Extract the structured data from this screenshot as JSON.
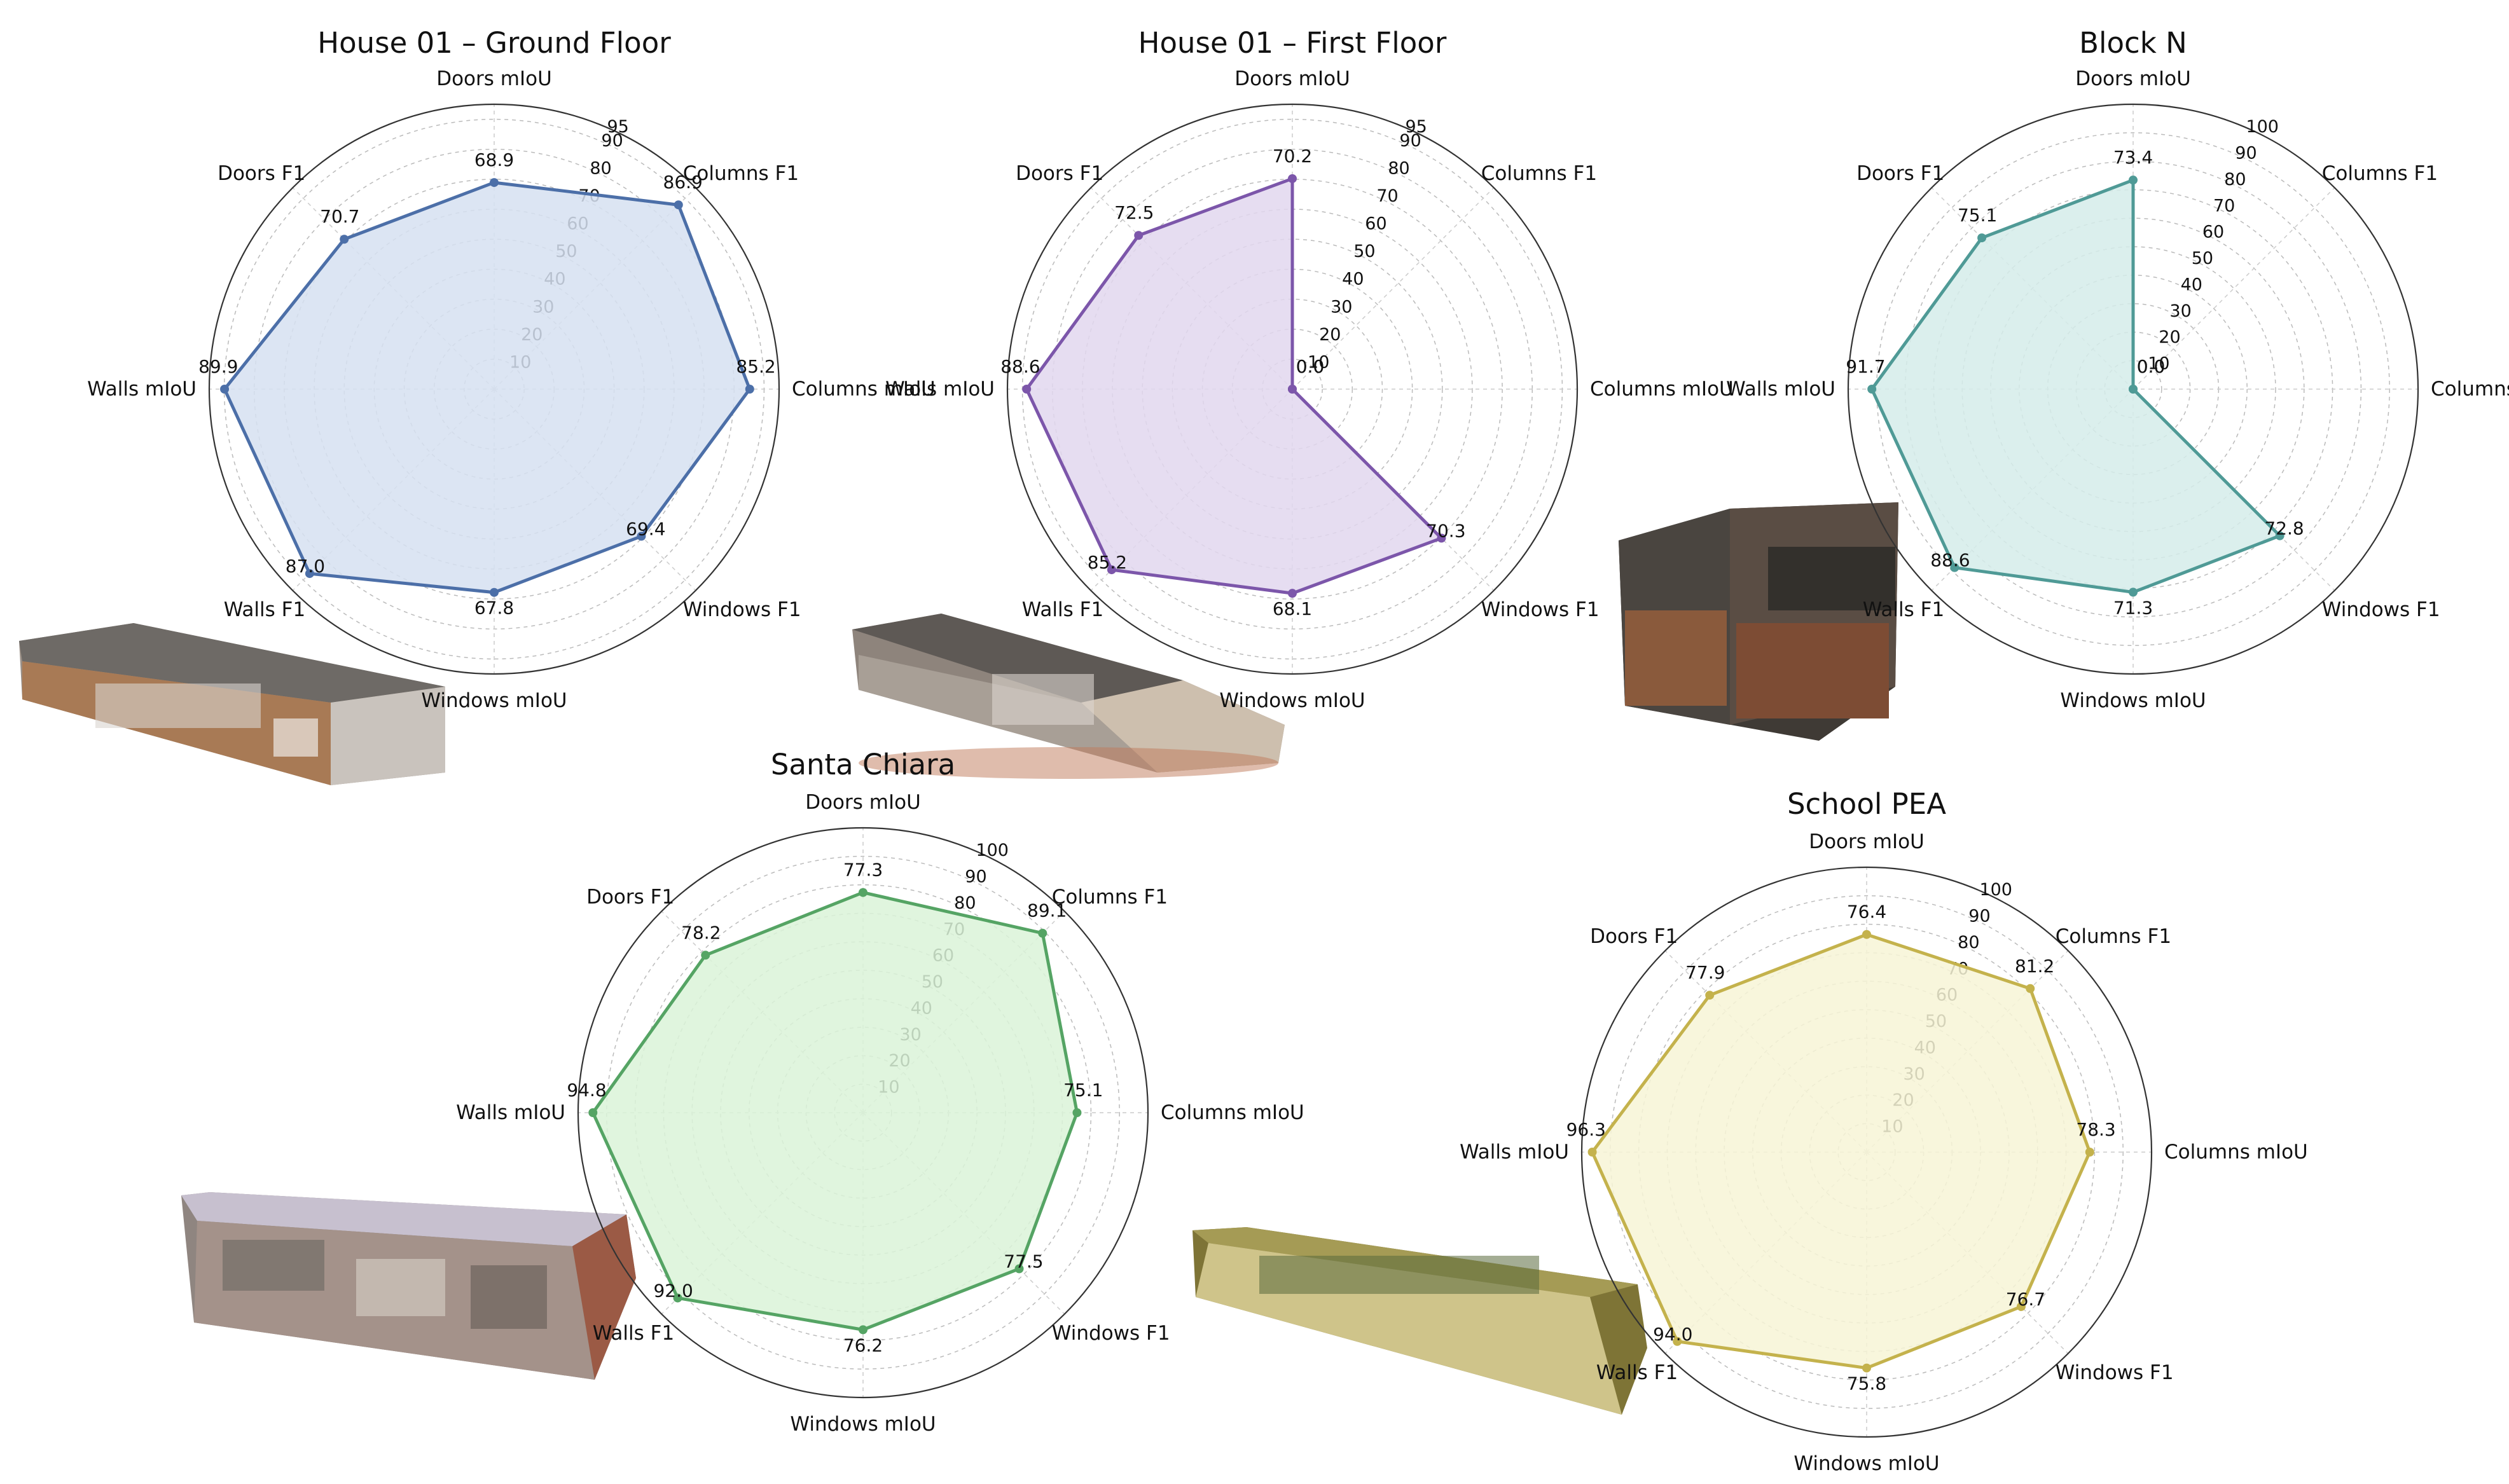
{
  "chart_data": [
    {
      "type": "radar",
      "title": "House 01 – Ground Floor",
      "axes": [
        "Doors mIoU",
        "Columns F1",
        "Columns mIoU",
        "Windows F1",
        "Windows mIoU",
        "Walls F1",
        "Walls mIoU",
        "Doors F1"
      ],
      "values": [
        68.9,
        86.9,
        85.2,
        69.4,
        67.8,
        87.0,
        89.9,
        70.7
      ],
      "radial_ticks": [
        10,
        20,
        30,
        40,
        50,
        60,
        70,
        80,
        90,
        95
      ],
      "rmax": 95,
      "grid": true,
      "color": "#4c6fa8",
      "fill": "#d6e0f1",
      "inset_image": "point-cloud-building"
    },
    {
      "type": "radar",
      "title": "House 01 – First Floor",
      "axes": [
        "Doors mIoU",
        "Columns F1",
        "Columns mIoU",
        "Windows F1",
        "Windows mIoU",
        "Walls F1",
        "Walls mIoU",
        "Doors F1"
      ],
      "values": [
        70.2,
        0.0,
        0.0,
        70.3,
        68.1,
        85.2,
        88.6,
        72.5
      ],
      "radial_ticks": [
        10,
        20,
        30,
        40,
        50,
        60,
        70,
        80,
        90,
        95
      ],
      "rmax": 95,
      "grid": true,
      "color": "#7c56aa",
      "fill": "#e2d7ee",
      "inset_image": "point-cloud-building"
    },
    {
      "type": "radar",
      "title": "Block N",
      "axes": [
        "Doors mIoU",
        "Columns F1",
        "Columns mIoU",
        "Windows F1",
        "Windows mIoU",
        "Walls F1",
        "Walls mIoU",
        "Doors F1"
      ],
      "values": [
        73.4,
        0.0,
        0.0,
        72.8,
        71.3,
        88.6,
        91.7,
        75.1
      ],
      "radial_ticks": [
        10,
        20,
        30,
        40,
        50,
        60,
        70,
        80,
        90,
        100
      ],
      "rmax": 100,
      "grid": true,
      "color": "#4f9a96",
      "fill": "#d5ecea",
      "inset_image": "point-cloud-building"
    },
    {
      "type": "radar",
      "title": "Santa Chiara",
      "axes": [
        "Doors mIoU",
        "Columns F1",
        "Columns mIoU",
        "Windows F1",
        "Windows mIoU",
        "Walls F1",
        "Walls mIoU",
        "Doors F1"
      ],
      "values": [
        77.3,
        89.1,
        75.1,
        77.5,
        76.2,
        92.0,
        94.8,
        78.2
      ],
      "radial_ticks": [
        10,
        20,
        30,
        40,
        50,
        60,
        70,
        80,
        90,
        100
      ],
      "rmax": 100,
      "grid": true,
      "color": "#55a464",
      "fill": "#daf3d8",
      "inset_image": "point-cloud-building"
    },
    {
      "type": "radar",
      "title": "School PEA",
      "axes": [
        "Doors mIoU",
        "Columns F1",
        "Columns mIoU",
        "Windows F1",
        "Windows mIoU",
        "Walls F1",
        "Walls mIoU",
        "Doors F1"
      ],
      "values": [
        76.4,
        81.2,
        78.3,
        76.7,
        75.8,
        94.0,
        96.3,
        77.9
      ],
      "radial_ticks": [
        10,
        20,
        30,
        40,
        50,
        60,
        70,
        80,
        90,
        100
      ],
      "rmax": 100,
      "grid": true,
      "color": "#c4b24c",
      "fill": "#f7f4d6",
      "inset_image": "point-cloud-building"
    }
  ]
}
